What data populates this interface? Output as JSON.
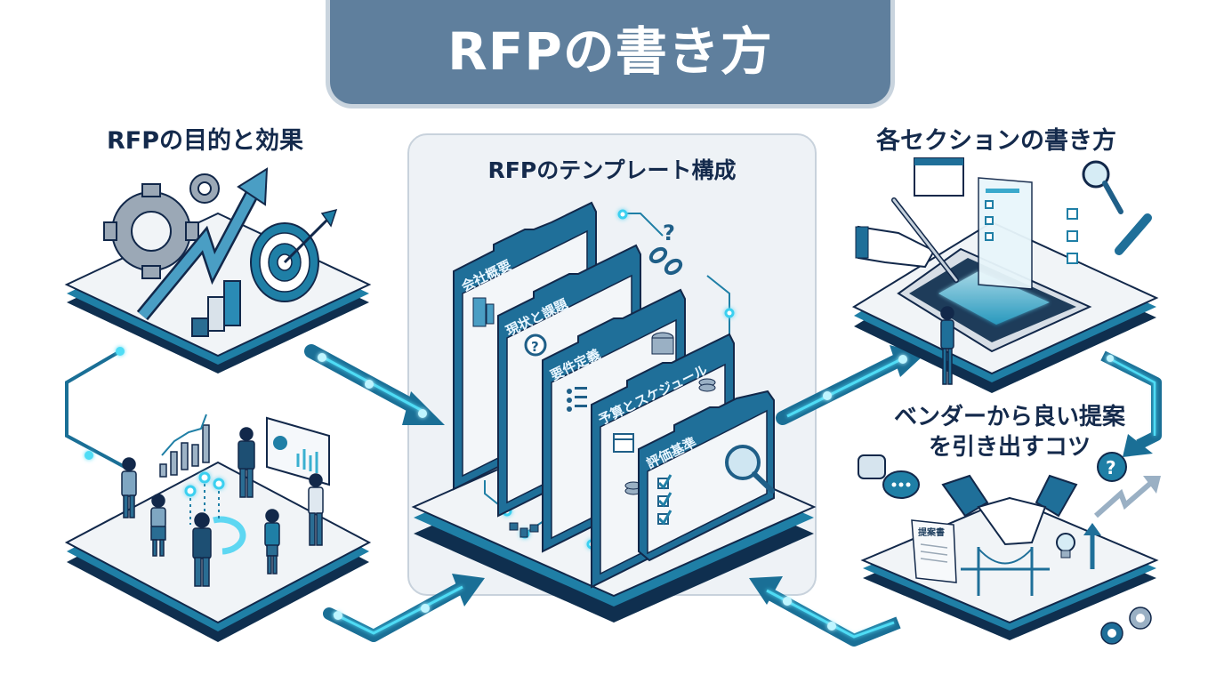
{
  "title": "RFPの書き方",
  "sections": {
    "purpose": {
      "title": "RFPの目的と効果"
    },
    "template": {
      "title": "RFPのテンプレート構成",
      "folders": [
        {
          "label": "会社概要",
          "icon": "building-icon"
        },
        {
          "label": "現状と課題",
          "icon": "question-icon"
        },
        {
          "label": "要件定義",
          "icon": "list-icon"
        },
        {
          "label": "予算とスケジュール",
          "icon": "calendar-icon"
        },
        {
          "label": "評価基準",
          "icon": "checklist-icon"
        }
      ]
    },
    "writing": {
      "title": "各セクションの書き方"
    },
    "tips": {
      "title_line1": "ベンダーから良い提案",
      "title_line2": "を引き出すコツ",
      "scroll_label": "提案書"
    }
  },
  "colors": {
    "banner": "#5f7f9d",
    "navy": "#12284a",
    "teal": "#1f7fa6",
    "cyan_glow": "#3ad0f0",
    "platform_top": "#f1f4f7",
    "platform_base": "#0f2f4f"
  }
}
